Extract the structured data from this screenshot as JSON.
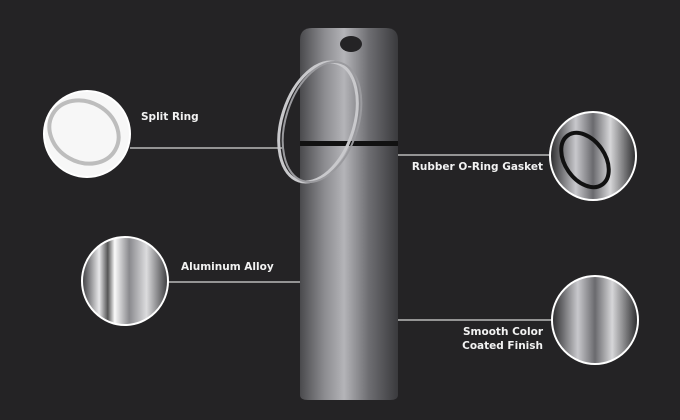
{
  "callouts": {
    "split_ring": "Split Ring",
    "o_ring": "Rubber O-Ring Gasket",
    "aluminum": "Aluminum Alloy",
    "finish_line1": "Smooth Color",
    "finish_line2": "Coated Finish"
  },
  "colors": {
    "background": "#242325",
    "text": "#f2f2f2",
    "line": "#d8d8d8"
  }
}
